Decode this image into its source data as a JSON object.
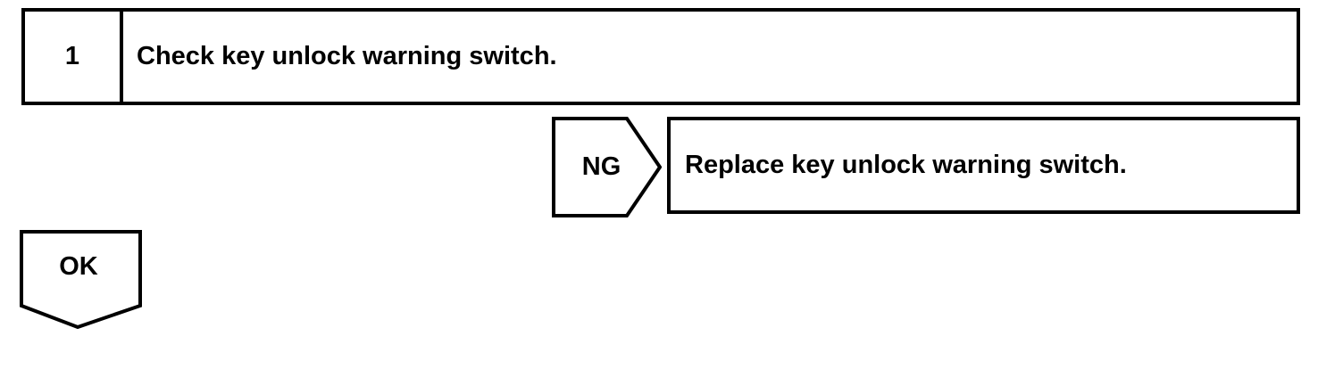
{
  "flowchart": {
    "step": {
      "number": "1",
      "description": "Check key unlock warning switch."
    },
    "ng_branch": {
      "label": "NG",
      "action": "Replace key unlock warning switch."
    },
    "ok_branch": {
      "label": "OK"
    }
  },
  "colors": {
    "line": "#000000",
    "background": "#ffffff",
    "text": "#000000"
  }
}
